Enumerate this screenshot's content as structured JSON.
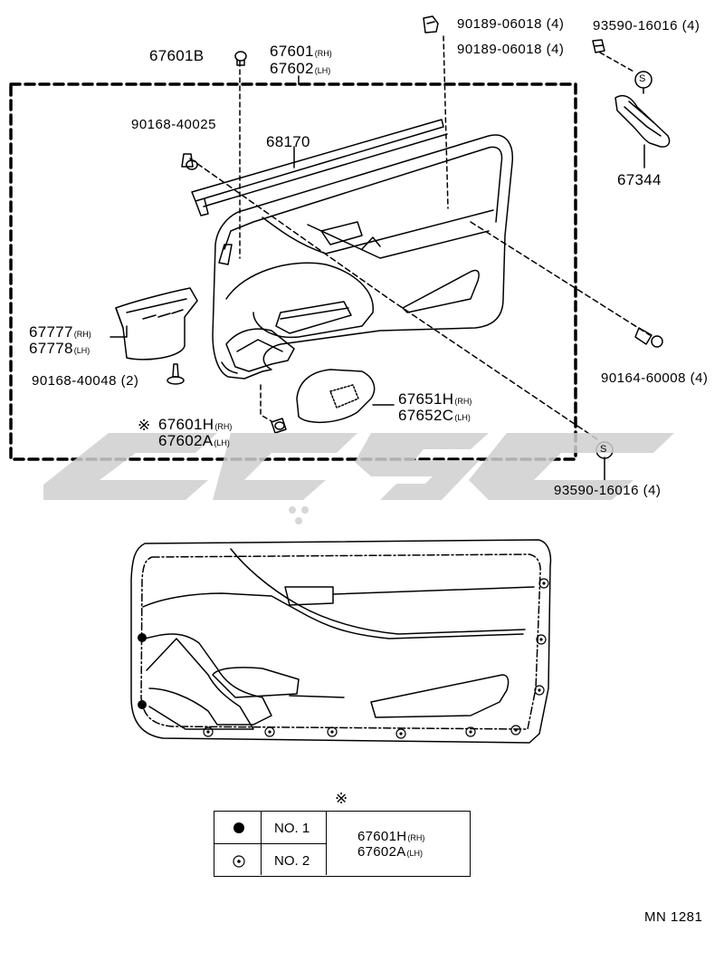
{
  "diagram": {
    "labels": {
      "p67601b": "67601B",
      "p67601": "67601",
      "p67602": "67602",
      "p90189_a": "90189-06018 (4)",
      "p90189_b": "90189-06018 (4)",
      "p93590_top": "93590-16016 (4)",
      "p90168_40025": "90168-40025",
      "p68170": "68170",
      "p67344": "67344",
      "p67777": "67777",
      "p67778": "67778",
      "p90168_40048": "90168-40048 (2)",
      "p90164": "90164-60008 (4)",
      "p67651": "67651H",
      "p67652": "67652C",
      "p67601h": "67601H",
      "p67602a": "67602A",
      "p93590_bot": "93590-16016 (4)",
      "rh": "(RH)",
      "lh": "(LH)",
      "ref_mark": "※",
      "s_mark": "S",
      "drawing_no": "MN 1281"
    },
    "table": {
      "header_mark": "※",
      "row1_label": "NO. 1",
      "row2_label": "NO. 2",
      "part1": "67601H",
      "part2": "67602A",
      "rh": "(RH)",
      "lh": "(LH)"
    },
    "colors": {
      "ink": "#000000",
      "watermark": "#cfcfcf"
    }
  }
}
